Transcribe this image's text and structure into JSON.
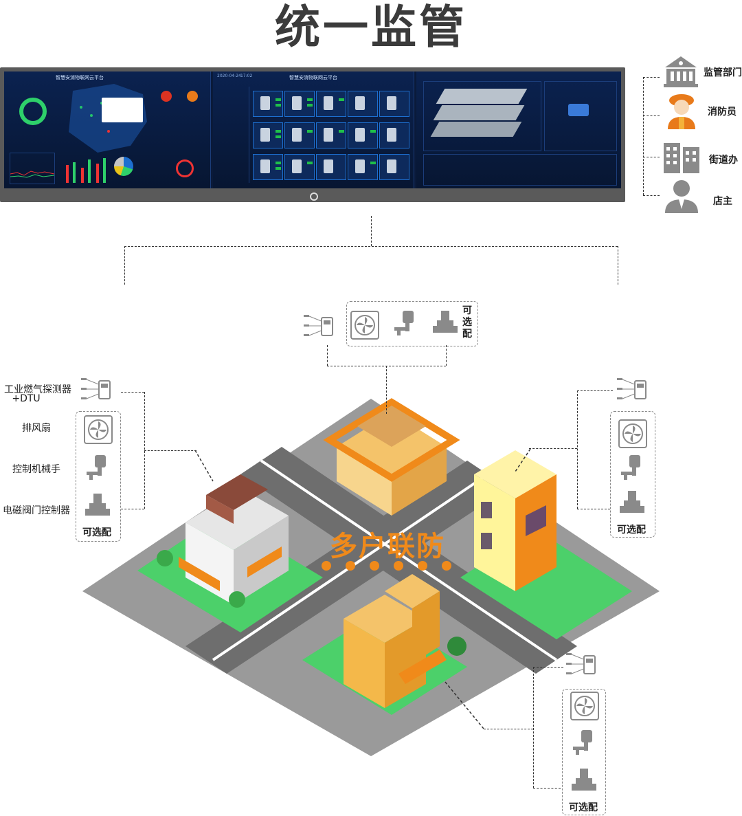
{
  "title": "统一监管",
  "dashboard": {
    "left_title": "智慧安消物联网云平台",
    "center_title": "智慧安消物联网云平台",
    "center_date": "2020-04-24",
    "center_time": "17:02"
  },
  "roles": [
    {
      "label": "监管部门",
      "icon": "government-building-icon"
    },
    {
      "label": "消防员",
      "icon": "firefighter-icon"
    },
    {
      "label": "街道办",
      "icon": "office-building-icon"
    },
    {
      "label": "店主",
      "icon": "shop-owner-icon"
    }
  ],
  "devices": {
    "detector_label": "工业燃气探测器",
    "detector_sub": "+DTU",
    "fan_label": "排风扇",
    "arm_label": "控制机械手",
    "valve_label": "电磁阀门控制器"
  },
  "optional_label": "可选配",
  "center_label": "多户联防",
  "colors": {
    "accent": "#f08a1a",
    "dashboard_bg": "#0a1a3a",
    "road": "#6e6e6e",
    "grass": "#4cd06a"
  }
}
